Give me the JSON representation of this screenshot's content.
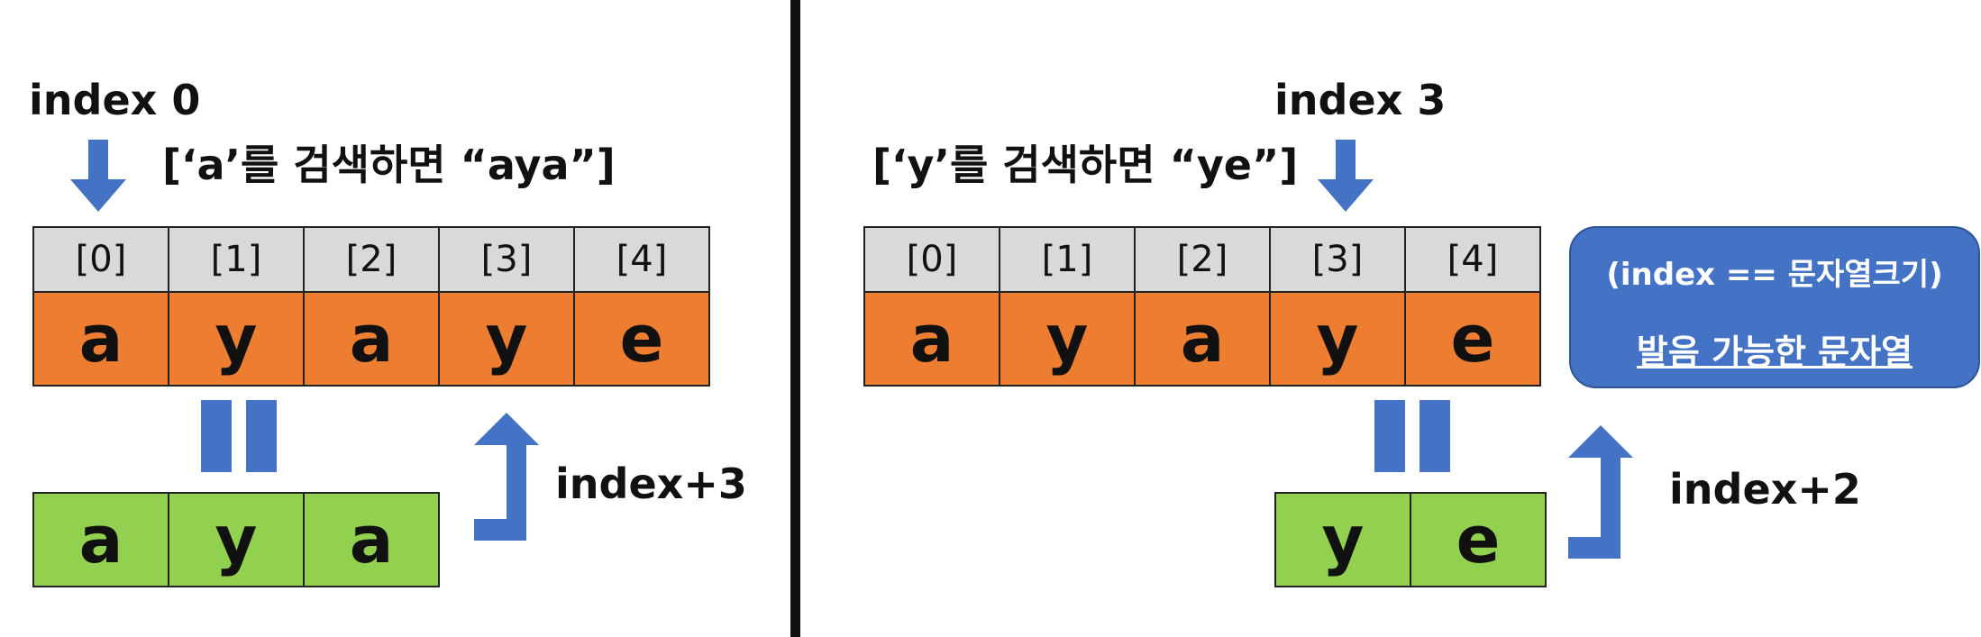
{
  "colors": {
    "index_cell": "#d9d9d9",
    "char_cell": "#ed7d31",
    "match_cell": "#92d050",
    "arrow": "#4472c4",
    "callout": "#4472c4"
  },
  "left": {
    "index_label": "index 0",
    "search_text": "[‘a’를 검색하면 “aya”]",
    "indices": [
      "[0]",
      "[1]",
      "[2]",
      "[3]",
      "[4]"
    ],
    "chars": [
      "a",
      "y",
      "a",
      "y",
      "e"
    ],
    "match": [
      "a",
      "y",
      "a"
    ],
    "step_label": "index+3"
  },
  "right": {
    "index_label": "index 3",
    "search_text": "[‘y’를 검색하면 “ye”]",
    "indices": [
      "[0]",
      "[1]",
      "[2]",
      "[3]",
      "[4]"
    ],
    "chars": [
      "a",
      "y",
      "a",
      "y",
      "e"
    ],
    "match": [
      "y",
      "e"
    ],
    "step_label": "index+2",
    "callout": {
      "condition": "(index == 문자열크기)",
      "result": "발음 가능한 문자열"
    }
  }
}
